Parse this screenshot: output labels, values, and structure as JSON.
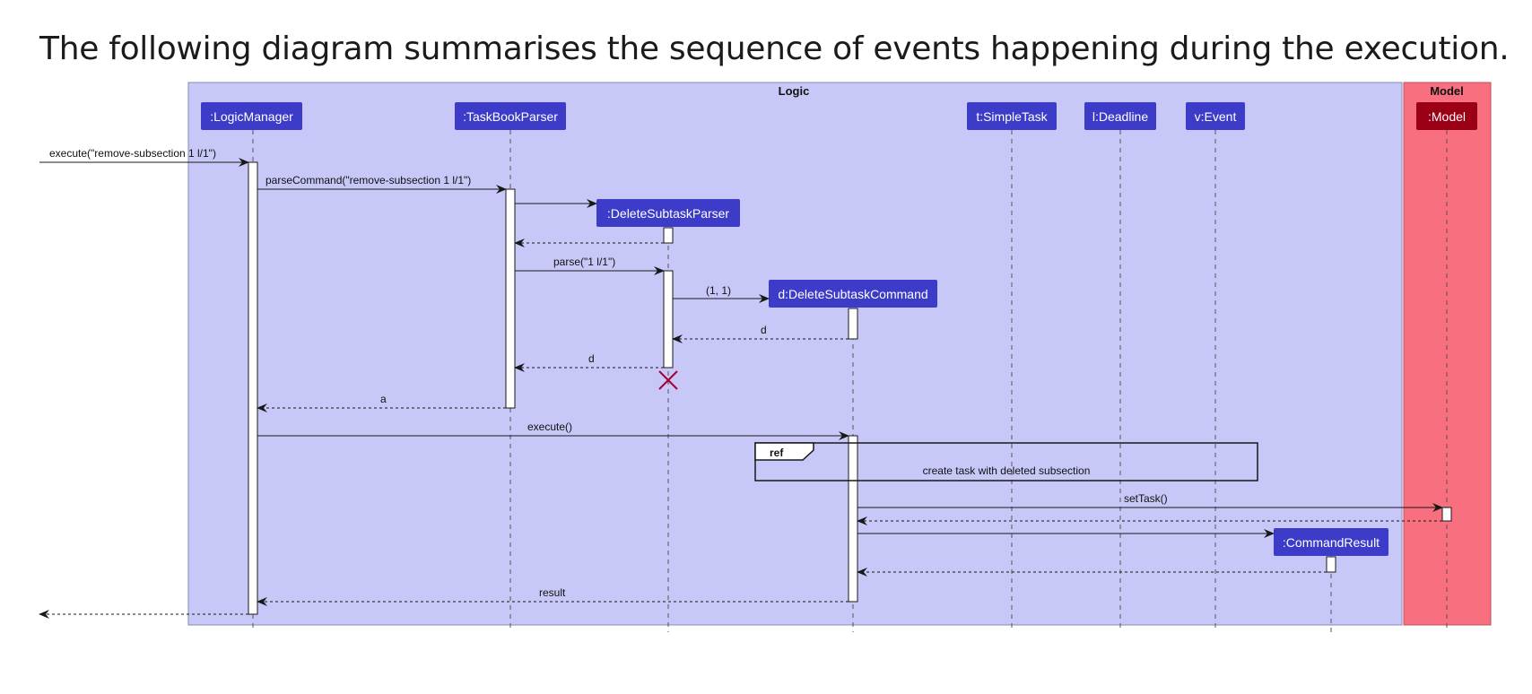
{
  "heading": "The following diagram summarises the sequence of events happening during the execution.",
  "colors": {
    "logic_box": "#c8c8f8",
    "model_box": "#f87080",
    "participant": "#3c3cc8",
    "model_participant": "#9b0016",
    "destroy": "#a80036"
  },
  "boxes": {
    "logic": "Logic",
    "model": "Model"
  },
  "participants": {
    "logic_manager": ":LogicManager",
    "taskbook_parser": ":TaskBookParser",
    "delete_parser": ":DeleteSubtaskParser",
    "delete_command": "d:DeleteSubtaskCommand",
    "simple_task": "t:SimpleTask",
    "deadline": "l:Deadline",
    "event": "v:Event",
    "command_result": ":CommandResult",
    "model": ":Model"
  },
  "messages": {
    "execute_input": "execute(\"remove-subsection 1 l/1\")",
    "parse_command": "parseCommand(\"remove-subsection 1 l/1\")",
    "parse": "parse(\"1 l/1\")",
    "create_args": "(1, 1)",
    "return_d1": "d",
    "return_d2": "d",
    "return_a": "a",
    "execute": "execute()",
    "set_task": "setTask()",
    "result": "result"
  },
  "ref": {
    "tag": "ref",
    "text": "create task with deleted subsection"
  }
}
